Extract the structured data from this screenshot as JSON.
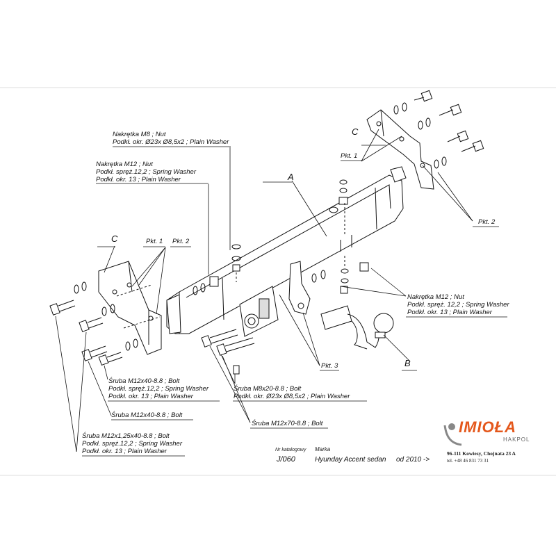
{
  "labels": {
    "nut_m8": "Nakrętka  M8 ; Nut",
    "washer_23": "Podkł. okr. Ø23x Ø8,5x2 ; Plain Washer",
    "nut_m12_top": "Nakrętka  M12 ; Nut",
    "spring_top": "Podkł. spręż.12,2 ; Spring Washer",
    "plain13_top": "Podkł. okr. 13 ; Plain Washer",
    "part_a": "A",
    "part_b": "B",
    "part_c_left": "C",
    "part_c_right": "C",
    "pkt1_left": "Pkt. 1",
    "pkt2_left": "Pkt. 2",
    "pkt1_right": "Pkt. 1",
    "pkt2_right": "Pkt. 2",
    "pkt3": "Pkt. 3",
    "nut_m12_right": "Nakrętka  M12 ; Nut",
    "spring_right": "Podkł. spręż. 12,2 ; Spring Washer",
    "plain13_right": "Podkł. okr. 13 ; Plain Washer",
    "bolt_m12x40_a": "Śruba M12x40-8.8 ;  Bolt",
    "spring_b": "Podkł. spręż.12,2 ; Spring Washer",
    "plain13_b": "Podkł. okr. 13 ; Plain Washer",
    "bolt_m12x40_b": "Śruba M12x40-8.8 ;  Bolt",
    "bolt_m8x20": "Śruba M8x20-8.8 ;  Bolt",
    "washer_23_b": "Podkł. okr. Ø23x Ø8,5x2 ; Plain Washer",
    "bolt_m12x70": "Śruba M12x70-8.8 ;  Bolt",
    "bolt_m12x125": "Śruba M12x1,25x40-8.8 ;  Bolt",
    "spring_c": "Podkł. spręż.12,2 ; Spring Washer",
    "plain13_c": "Podkł. okr. 13 ; Plain Washer"
  },
  "info": {
    "catalog_label": "Nr katalogowy",
    "catalog_value": "J/060",
    "make_label": "Marka",
    "make_value": "Hyunday Accent sedan",
    "from_value": "od  2010 ->"
  },
  "brand": {
    "name": "IMIOŁA",
    "sub": "HAKPOL",
    "address": "96-111 Kowiesy, Chojnata 23 A",
    "phone": "tel. +48 46 831 73 31",
    "color": "#e4571b"
  }
}
